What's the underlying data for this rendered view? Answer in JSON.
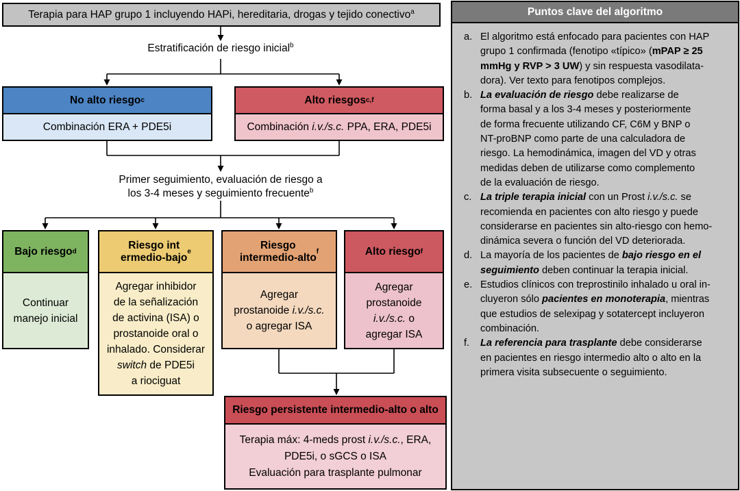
{
  "colors": {
    "top_box_bg": "#c2c2c2",
    "panel_header_bg": "#7a7a7a",
    "panel_body_bg": "#c7c7c7",
    "blue_header_bg": "#4c84c4",
    "blue_body_bg": "#d9e7f6",
    "red_header_bg": "#d05a61",
    "red_body_bg": "#f0c4cb",
    "green_header_bg": "#7eb360",
    "green_body_bg": "#ddebd6",
    "yellow_header_bg": "#eccb72",
    "yellow_body_bg": "#f8edc8",
    "orange_header_bg": "#e3a273",
    "orange_body_bg": "#f4d9bf",
    "darkred_header_bg": "#cd5960",
    "darkred_body_bg": "#edc2cc",
    "bottom_header_bg": "#c94e55",
    "bottom_body_bg": "#f2ced6"
  },
  "flowchart": {
    "top_box": {
      "lines": [
        "Terapia para HAP grupo 1 incluyendo HAPi, hereditaria, drogas y tejido conectivo"
      ],
      "sup": "a"
    },
    "initial_risk_label": {
      "lines": [
        "Estratificación de riesgo inicial"
      ],
      "sup": "b"
    },
    "initial_boxes": [
      {
        "header": {
          "lines": [
            "No alto riesgo"
          ],
          "sup": "c"
        },
        "body_lines": [
          [
            {
              "t": "Combinación ERA + PDE5i"
            }
          ]
        ]
      },
      {
        "header": {
          "lines": [
            "Alto riesgos"
          ],
          "sup": "c,f"
        },
        "body_lines": [
          [
            {
              "t": "Combinación "
            },
            {
              "t": "i.v./s.c.",
              "i": true
            },
            {
              "t": " PPA, ERA, PDE5i"
            }
          ]
        ]
      }
    ],
    "followup_label": {
      "lines": [
        "Primer seguimiento, evaluación de riesgo a",
        "los 3-4 meses y seguimiento frecuente"
      ],
      "sup": "b"
    },
    "followup_boxes": [
      {
        "header": {
          "lines": [
            "Bajo riesgo"
          ],
          "sup": "d"
        },
        "body_lines": [
          [
            {
              "t": "Continuar"
            }
          ],
          [
            {
              "t": "manejo inicial"
            }
          ]
        ]
      },
      {
        "header": {
          "lines": [
            "Riesgo int",
            "ermedio-bajo"
          ],
          "sup": "e"
        },
        "body_lines": [
          [
            {
              "t": "Agregar inhibidor"
            }
          ],
          [
            {
              "t": "de la señalización"
            }
          ],
          [
            {
              "t": "de activina (ISA) o"
            }
          ],
          [
            {
              "t": "prostanoide oral o"
            }
          ],
          [
            {
              "t": "inhalado. Considerar"
            }
          ],
          [
            {
              "t": "switch",
              "i": true
            },
            {
              "t": " de PDE5i"
            }
          ],
          [
            {
              "t": "a riociguat"
            }
          ]
        ]
      },
      {
        "header": {
          "lines": [
            "Riesgo",
            "intermedio-alto"
          ],
          "sup": "f"
        },
        "body_lines": [
          [
            {
              "t": "Agregar"
            }
          ],
          [
            {
              "t": "prostanoide "
            },
            {
              "t": "i.v./s.c.",
              "i": true
            }
          ],
          [
            {
              "t": "o agregar ISA"
            }
          ]
        ]
      },
      {
        "header": {
          "lines": [
            "Alto riesgo"
          ],
          "sup": "f"
        },
        "body_lines": [
          [
            {
              "t": "Agregar"
            }
          ],
          [
            {
              "t": "prostanoide"
            }
          ],
          [
            {
              "t": "i.v./s.c.",
              "i": true
            },
            {
              "t": " o"
            }
          ],
          [
            {
              "t": "agregar ISA"
            }
          ]
        ]
      }
    ],
    "persistent_box": {
      "header": {
        "lines": [
          "Riesgo persistente intermedio-alto o alto"
        ],
        "sup": ""
      },
      "body_lines": [
        [
          {
            "t": "Terapia máx: 4-meds prost "
          },
          {
            "t": "i.v./s.c.",
            "i": true
          },
          {
            "t": ", ERA,"
          }
        ],
        [
          {
            "t": "PDE5i, o sGCS o ISA"
          }
        ],
        [
          {
            "t": "Evaluación para trasplante pulmonar"
          }
        ]
      ]
    }
  },
  "key_points": {
    "title": "Puntos clave del algoritmo",
    "items": [
      {
        "letter": "a.",
        "lines": [
          [
            {
              "t": "El algoritmo está enfocado para pacientes con HAP"
            }
          ],
          [
            {
              "t": "grupo 1 confirmada (fenotipo «típico» ("
            },
            {
              "t": "mPAP ≥ 25",
              "b": true
            }
          ],
          [
            {
              "t": "mmHg y RVP > 3 UW",
              "b": true
            },
            {
              "t": ") y sin respuesta vasodilata-"
            }
          ],
          [
            {
              "t": "dora). Ver texto para fenotipos complejos."
            }
          ]
        ]
      },
      {
        "letter": "b.",
        "lines": [
          [
            {
              "t": "La evaluación de riesgo",
              "b": true,
              "i": true
            },
            {
              "t": " debe realizarse de"
            }
          ],
          [
            {
              "t": "forma basal y a los 3-4 meses y posteriormente"
            }
          ],
          [
            {
              "t": "de forma frecuente utilizando CF, C6M y BNP o"
            }
          ],
          [
            {
              "t": "NT-proBNP como parte de una calculadora de"
            }
          ],
          [
            {
              "t": "riesgo. La hemodinámica, imagen del VD y otras"
            }
          ],
          [
            {
              "t": "medidas deben de utilizarse como complemento"
            }
          ],
          [
            {
              "t": "de la evaluación de riesgo."
            }
          ]
        ]
      },
      {
        "letter": "c.",
        "lines": [
          [
            {
              "t": "La triple terapia inicial",
              "b": true,
              "i": true
            },
            {
              "t": " con un Prost "
            },
            {
              "t": "i.v./s.c.",
              "i": true
            },
            {
              "t": " se"
            }
          ],
          [
            {
              "t": "recomienda en pacientes con alto riesgo y puede"
            }
          ],
          [
            {
              "t": "considerarse en pacientes sin alto-riesgo con hemo-"
            }
          ],
          [
            {
              "t": "dinámica severa o función del VD deteriorada."
            }
          ]
        ]
      },
      {
        "letter": "d.",
        "lines": [
          [
            {
              "t": "La mayoría de los pacientes de "
            },
            {
              "t": "bajo riesgo en el",
              "b": true,
              "i": true
            }
          ],
          [
            {
              "t": "seguimiento",
              "b": true,
              "i": true
            },
            {
              "t": " deben continuar la terapia inicial."
            }
          ]
        ]
      },
      {
        "letter": "e.",
        "lines": [
          [
            {
              "t": "Estudios clínicos con treprostinilo inhalado u oral in-"
            }
          ],
          [
            {
              "t": "cluyeron sólo "
            },
            {
              "t": "pacientes en monoterapia",
              "b": true,
              "i": true
            },
            {
              "t": ", mientras"
            }
          ],
          [
            {
              "t": "que estudios de selexipag y sotatercept incluyeron"
            }
          ],
          [
            {
              "t": "combinación."
            }
          ]
        ]
      },
      {
        "letter": "f.",
        "lines": [
          [
            {
              "t": "La referencia para trasplante",
              "b": true,
              "i": true
            },
            {
              "t": " debe considerarse"
            }
          ],
          [
            {
              "t": "en pacientes en riesgo intermedio alto o alto en la"
            }
          ],
          [
            {
              "t": "primera visita subsecuente o seguimiento."
            }
          ]
        ]
      }
    ]
  }
}
